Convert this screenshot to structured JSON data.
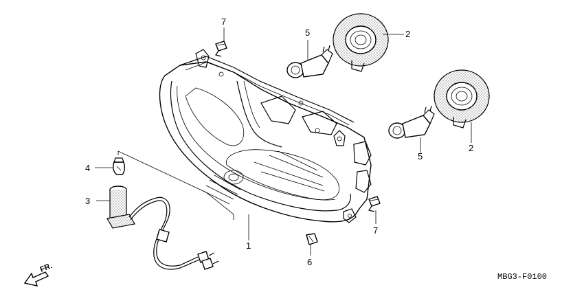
{
  "diagram": {
    "parts": [
      {
        "ref": "1",
        "label": "1"
      },
      {
        "ref": "2a",
        "label": "2"
      },
      {
        "ref": "2b",
        "label": "2"
      },
      {
        "ref": "3",
        "label": "3"
      },
      {
        "ref": "4",
        "label": "4"
      },
      {
        "ref": "5a",
        "label": "5"
      },
      {
        "ref": "5b",
        "label": "5"
      },
      {
        "ref": "6",
        "label": "6"
      },
      {
        "ref": "7a",
        "label": "7"
      },
      {
        "ref": "7b",
        "label": "7"
      }
    ],
    "direction_label": "FR.",
    "drawing_code": "MBG3-F0100"
  }
}
